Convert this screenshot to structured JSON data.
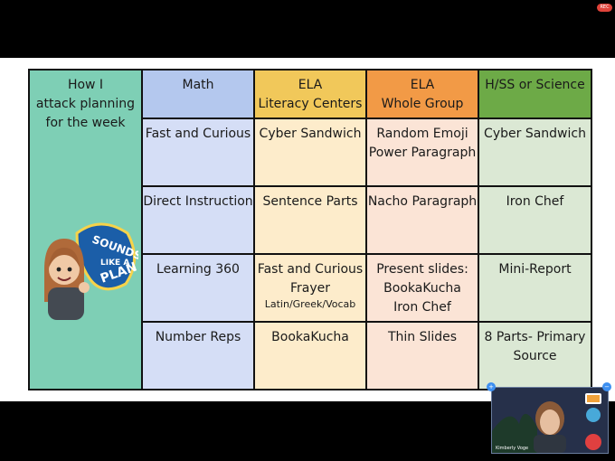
{
  "recording_badge": "REC",
  "table": {
    "intro": [
      "How I",
      "attack planning",
      "for the week"
    ],
    "logo_text": "SOUNDS LIKE A PLAN",
    "columns": [
      {
        "key": "math",
        "header": [
          "Math"
        ],
        "color": "#b4c8ee",
        "body_color": "#d5def6",
        "cells": [
          [
            "Fast and Curious"
          ],
          [
            "Direct Instruction"
          ],
          [
            "Learning 360"
          ],
          [
            "Number Reps"
          ]
        ]
      },
      {
        "key": "ela-centers",
        "header": [
          "ELA",
          "Literacy Centers"
        ],
        "color": "#f1c85a",
        "body_color": "#fdeccb",
        "cells": [
          [
            "Cyber Sandwich"
          ],
          [
            "Sentence Parts"
          ],
          [
            "Fast and Curious",
            "Frayer"
          ],
          [
            "BookaKucha"
          ]
        ],
        "subnote": "Latin/Greek/Vocab"
      },
      {
        "key": "ela-whole",
        "header": [
          "ELA",
          "Whole Group"
        ],
        "color": "#f29a46",
        "body_color": "#fbe4d6",
        "cells": [
          [
            "Random Emoji",
            "Power Paragraph"
          ],
          [
            "Nacho Paragraph"
          ],
          [
            "Present slides:",
            "BookaKucha",
            "Iron Chef"
          ],
          [
            "Thin Slides"
          ]
        ]
      },
      {
        "key": "hss-science",
        "header": [
          "H/SS or Science"
        ],
        "color": "#6daa47",
        "body_color": "#dbe8d4",
        "cells": [
          [
            "Cyber Sandwich"
          ],
          [
            "Iron Chef"
          ],
          [
            "Mini-Report"
          ],
          [
            "8 Parts- Primary",
            "Source"
          ]
        ]
      }
    ]
  },
  "video": {
    "participant_name": "Kimberly Voge"
  }
}
